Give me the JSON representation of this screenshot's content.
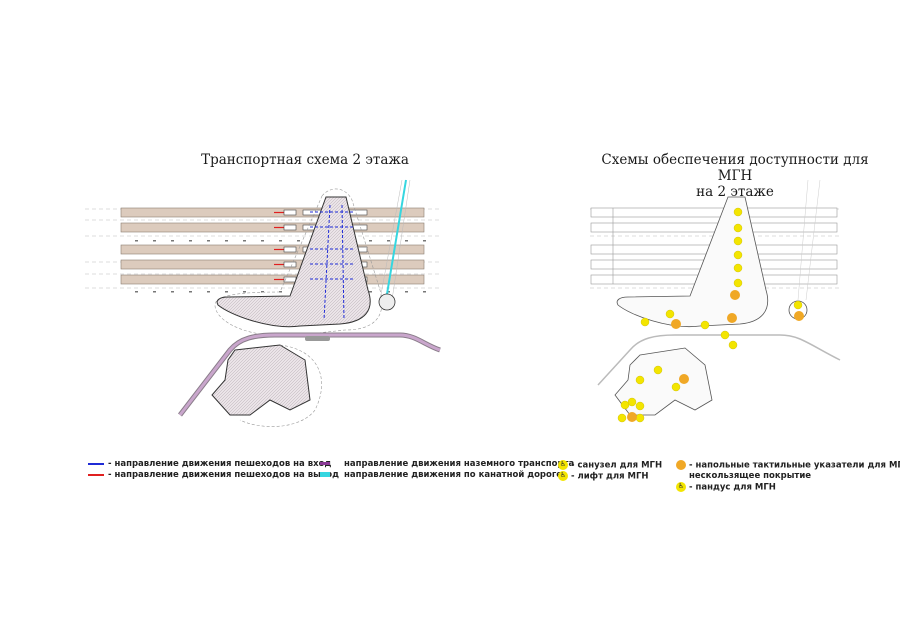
{
  "titles": {
    "left": "Транспортная схема 2 этажа",
    "right_line1": "Схемы обеспечения доступности для МГН",
    "right_line2": "на 2 этаже"
  },
  "colors": {
    "pedestrian_entry": "#1f2bd6",
    "pedestrian_exit": "#e02020",
    "ground_transport": "#8a3a96",
    "ground_transport_fill": "#c9a6cc",
    "cable_car": "#35d6e0",
    "platform_fill": "#dccbbd",
    "wc_mgn": "#f3e500",
    "tactile": "#f0a826",
    "building_fill": "#ebe4e8"
  },
  "legend_left": [
    {
      "swatch": "line",
      "color_key": "pedestrian_entry",
      "label": "- направление движения пешеходов на вход"
    },
    {
      "swatch": "line",
      "color_key": "pedestrian_exit",
      "label": "- направление движения пешеходов на выход"
    },
    {
      "swatch": "line",
      "color_key": "ground_transport",
      "label": "направление движения наземного транспорта"
    },
    {
      "swatch": "line",
      "color_key": "cable_car",
      "label": "направление движения по канатной дороге"
    }
  ],
  "legend_right": [
    {
      "icon": "wc-accessible-icon",
      "glyph": "♿",
      "label": "- санузел для МГН"
    },
    {
      "icon": "elevator-accessible-icon",
      "glyph": "♿",
      "label": "- лифт для МГН"
    },
    {
      "icon": "tactile-indicator-icon",
      "glyph": "",
      "label": "- напольные тактильные указатели для МГН,"
    },
    {
      "icon": "",
      "glyph": "",
      "label": "нескользящее покрытие"
    },
    {
      "icon": "ramp-accessible-icon",
      "glyph": "♿",
      "label": "- пандус для МГН"
    }
  ]
}
